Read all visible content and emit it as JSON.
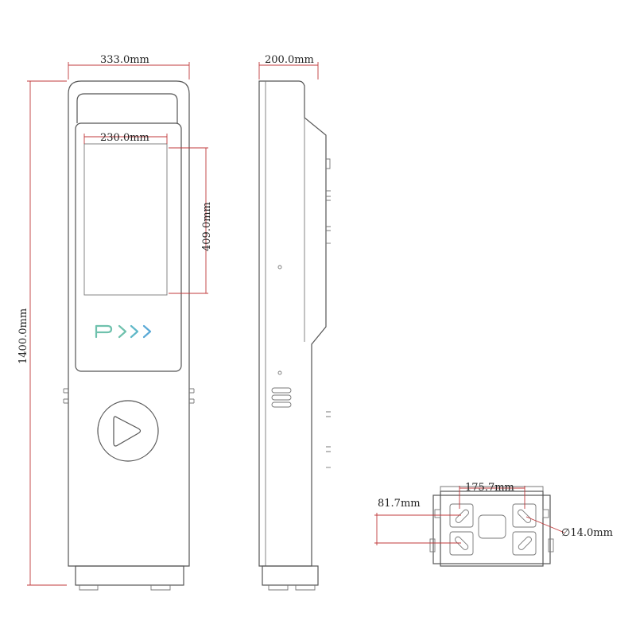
{
  "drawing": {
    "front_view": {
      "width_label": "333.0mm",
      "height_label": "1400.0mm",
      "screen_width_label": "230.0mm",
      "screen_height_label": "409.0mm",
      "logo_letter": "P",
      "logo_colors": {
        "letter": "#6fc1ad",
        "arrows": [
          "#6fc1ad",
          "#5fb8c8",
          "#5aa9d6"
        ]
      }
    },
    "side_view": {
      "depth_label": "200.0mm"
    },
    "base_view": {
      "hole_spacing_label": "175.7mm",
      "hole_offset_label": "81.7mm",
      "hole_diameter_label": "∅14.0mm"
    },
    "colors": {
      "dimension_line": "#c0393b",
      "outline": "#555555"
    }
  }
}
